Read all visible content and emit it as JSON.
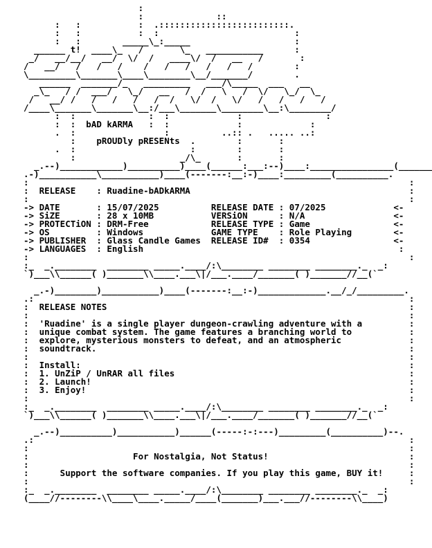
{
  "art": {
    "logo": "                      :\n                      :              ::\n      :   :           :  .:::::::::::::::::::::::::.\n      :   :           :  :                          :\n      :   :        _____\\_:_____                    :\n  ______ t!  ____\\_   /       \\_   ___________      :\n _/   __/__/   __/  \\/  /   ____\\/  /   __   /       :\n/   __/   /   /   /    /   /   /   /   /   /        :\n\\_________\\_______\\____\\________\\__/_______/        .\n   ______  _______/_   _________   ___/\\_____  ___   __\n  _\\_   / /  ___/   \\_/   __   /  /   \\   /  \\/   \\_/  \\_\n /   __/ /   /   /   /   /  /   \\/  /   \\/   /   /   /   /\n/____\\_______\\_______\\__:/___\\_______\\________\\__:\\________/\n      :  :              :  :             :                :\n      :  :  bAD kARMA   :  :             :             :\n      .  :                 :          ..:: .   ..... ..:\n         :    pROUDly pRESENts  .        :       :\n      .  :                      :        :       :\n         :                    _/\\_       :       :\n  _.--)____________)__________)____(______:___:--)____:________________(_________."
  },
  "info": {
    "box": ".-)___________\\___________)____(-------:__:-)____:_________(__________.\n:                                                                         :\n:  RELEASE    : Ruadine-bADkARMA                                          :\n:                                                                         :\n-> DATE       : 15/07/2025          RELEASE DATE : 07/2025             <-\n-> SiZE       : 28 x 10MB           VERSiON      : N/A                 <-\n-> PROTECTiON : DRM-Free            RELEASE TYPE : Game                <-\n-> OS         : Windows             GAME TYPE    : Role Playing        <-\n-> PUBLISHER  : Glass Candle Games  RELEASE ID#  : 0354                <-\n-> LANGUAGES  : English                                                 :\n:                                                                         :\n:_  _.________  ________ _____.____/:\\________ ________ ________._  _:\n`)___\\\\______( )_______\\\\____.___\\|/___.____/_______( )_______//__(`"
  },
  "notes": {
    "box": "  _.-)________)___________)____(-------:__:-)_____________.__/_/_________.\n.:                                                                        :\n:  RELEASE NOTES                                                          :\n:                                                                         :\n:  'Ruadine' is a single player dungeon-crawling adventure with a         :\n:  unique combat system. The game features a branching world to           :\n:  explore, mysterious monsters to defeat, and an atmospheric             :\n:  soundtrack.                                                            :\n:                                                                         :\n:  Install:                                                               :\n:  1. UnZiP / UnRAR all files                                             :\n:  2. Launch!                                                             :\n:  3. Enjoy!                                                              :\n:                                                                         :\n:_  _.________  ________ _____.____/:\\________ ________ ________._  _:\n`)___\\\\______( )_______\\\\____.___\\|/___.____/_______( )_______//__(`"
  },
  "footer": {
    "box": "  _.--)__________)___________)______(-----:-:---)_________(__________)--.\n.:                                                                        :\n:                                                                         :\n:                    For Nostalgia, Not Status!                           :\n:                                                                         :\n:      Support the software companies. If you play this game, BUY it!     :\n:                                                                         :\n:_  _.________  ________ _____.____/:\\________ ________ ________._  _:\n(____//--------\\\\____\\____._____/____(_______)___.___//--------\\\\____)"
  }
}
